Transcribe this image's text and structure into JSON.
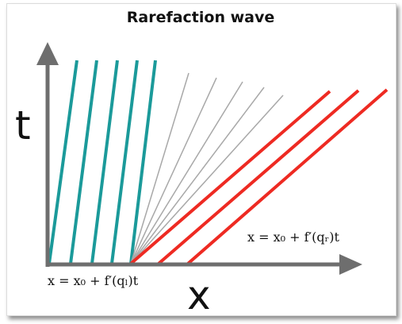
{
  "title": "Rarefaction wave",
  "axes": {
    "t_label": "t",
    "x_label": "x"
  },
  "labels": {
    "left_equation": "x = x₀ + f′(qₗ)t",
    "right_equation": "x = x₀ + f′(qᵣ)t"
  },
  "colors": {
    "left_characteristics": "#1b9a9a",
    "fan": "#a8a8a8",
    "right_characteristics": "#ee2a22",
    "axis": "#6e6e6e"
  }
}
